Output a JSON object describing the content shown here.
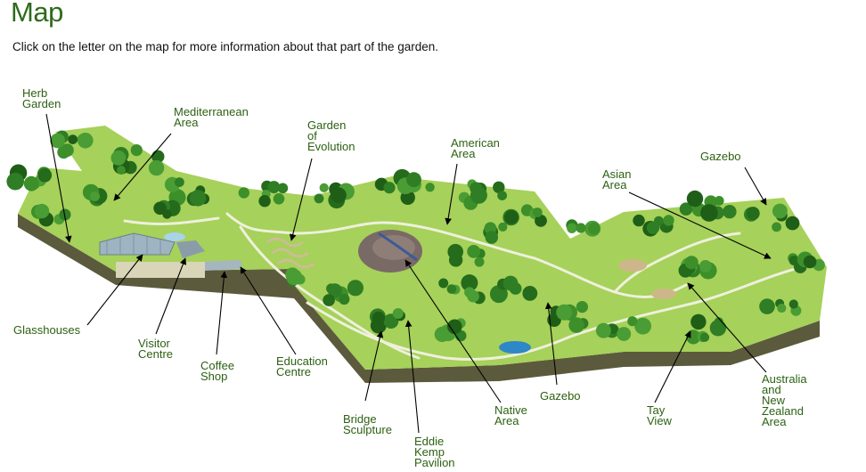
{
  "page": {
    "title": "Map",
    "instructions": "Click on the letter on the map for more information about that part of the garden."
  },
  "colors": {
    "title": "#2f6a1b",
    "label": "#2c6112",
    "grass": "#a6d15a",
    "tree": "#2f7d24",
    "path": "#eef0dc",
    "edge": "#5c5a3c"
  },
  "map": {
    "labels": {
      "herb_garden": "Herb\nGarden",
      "mediterranean_area": "Mediterranean\nArea",
      "garden_of_evolution": "Garden\nof\nEvolution",
      "american_area": "American\nArea",
      "asian_area": "Asian\nArea",
      "gazebo_top": "Gazebo",
      "glasshouses": "Glasshouses",
      "visitor_centre": "Visitor\nCentre",
      "coffee_shop": "Coffee\nShop",
      "education_centre": "Education\nCentre",
      "bridge_sculpture": "Bridge\nSculpture",
      "eddie_kemp_pavilion": "Eddie\nKemp\nPavilion",
      "native_area": "Native\nArea",
      "gazebo_bottom": "Gazebo",
      "tay_view": "Tay\nView",
      "australia_nz_area": "Australia\nand\nNew\nZealand\nArea"
    }
  }
}
